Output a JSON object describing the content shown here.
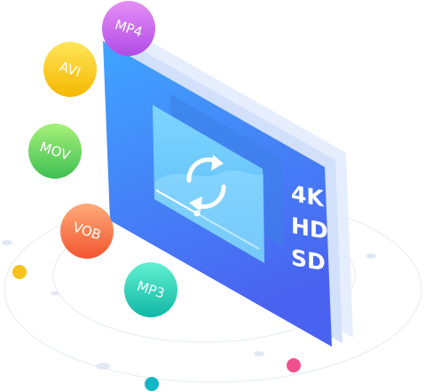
{
  "formats": [
    {
      "label": "MP4",
      "color_top": "#e58ef5",
      "color_bottom": "#b04ce6"
    },
    {
      "label": "AVI",
      "color_top": "#ffe55a",
      "color_bottom": "#f5b800"
    },
    {
      "label": "MOV",
      "color_top": "#a6f07a",
      "color_bottom": "#3fbf52"
    },
    {
      "label": "VOB",
      "color_top": "#ffab7a",
      "color_bottom": "#f2552f"
    },
    {
      "label": "MP3",
      "color_top": "#63f0d0",
      "color_bottom": "#0fb7a6"
    }
  ],
  "qualities": [
    "4K",
    "HD",
    "SD"
  ],
  "panel": {
    "color_top": "#3fa5ff",
    "color_bottom": "#4a62f0"
  },
  "decor_dots": {
    "yellow": "#f7c21c",
    "pink": "#f0508c",
    "teal": "#14b6c4"
  }
}
